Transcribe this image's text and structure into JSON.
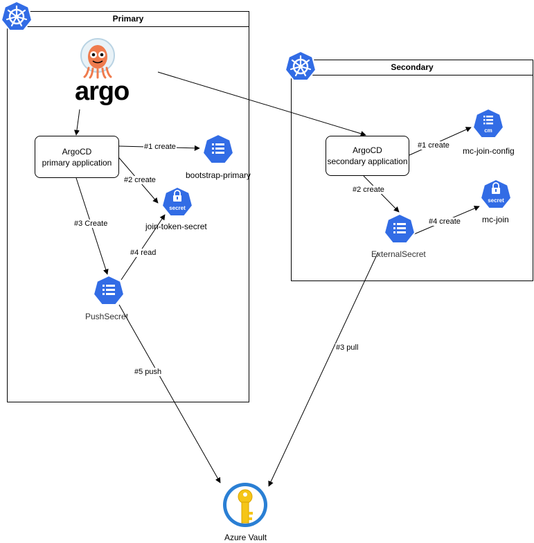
{
  "clusters": {
    "primary": {
      "title": "Primary"
    },
    "secondary": {
      "title": "Secondary"
    }
  },
  "argo": {
    "wordmark": "argo"
  },
  "primary_app": {
    "line1": "ArgoCD",
    "line2": "primary application"
  },
  "secondary_app": {
    "line1": "ArgoCD",
    "line2": "secondary application"
  },
  "nodes": {
    "bootstrap_primary": "bootstrap-primary",
    "join_token_secret": "join-token-secret",
    "push_secret": "PushSecret",
    "mc_join_config": "mc-join-config",
    "mc_join": "mc-join",
    "external_secret": "ExternalSecret",
    "azure_vault": "Azure Vault"
  },
  "icon_badges": {
    "secret": "secret",
    "cm": "cm"
  },
  "edges": {
    "p1": "#1 create",
    "p2": "#2 create",
    "p3": "#3 Create",
    "p4": "#4 read",
    "p5": "#5 push",
    "s1": "#1 create",
    "s2": "#2 create",
    "s3": "#3 pull",
    "s4": "#4 create"
  },
  "colors": {
    "k8s_blue": "#326ce5",
    "vault_yellow": "#f5c518",
    "argo_orange": "#ef7b4d"
  }
}
